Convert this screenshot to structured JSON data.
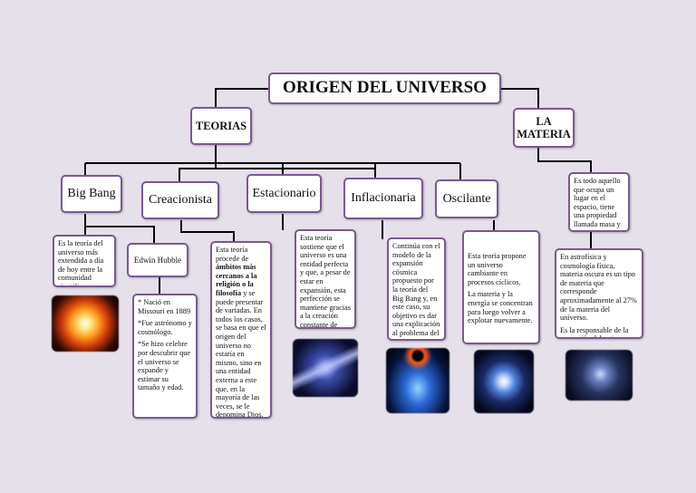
{
  "title": "ORIGEN DEL UNIVERSO",
  "teorias": {
    "label": "TEORIAS",
    "big_bang": {
      "label": "Big Bang",
      "desc": "Es la teoría del universo más extendida a día de hoy entre la comunidad científica.",
      "person": "Edwin Hubble",
      "bio": [
        "* Nació en Missouri en 1889",
        "*Fue astrónomo y cosmólogo.",
        "*Se hizo celebre por descubrir que el universo se expande y estimar su tamaño y edad."
      ]
    },
    "creacionista": {
      "label": "Creacionista",
      "desc_a": "Esta teoría procede de ",
      "desc_b": "ámbitos más cercanos a la religión o la filosofía",
      "desc_c": " y se puede presentar de variadas. En todos los casos, se basa en que el origen del universo no estaría en mismo, sino en una entidad externa a este que, en la mayoría de las veces, se le denomina Dios."
    },
    "estacionario": {
      "label": "Estacionario",
      "desc": "Esta teoría sostiene que el universo es una entidad perfecta y que, a pesar de estar en expansión, esta perfección se mantiene gracias a la creación constante de materia."
    },
    "inflacionaria": {
      "label": "Inflacionaria",
      "desc": "Continúa con el modelo de la expansión cósmica propuesto por la teoría del Big Bang y, en este caso, su objetivo es dar una explicación al problema del horizonte."
    },
    "oscilante": {
      "label": "Oscilante",
      "desc": [
        "Esta teoría propone un universo cambiante en procesos cíclicos.",
        "La materia y la energía se concentran para luego volver a explotar nuevamente."
      ]
    }
  },
  "materia": {
    "label": "LA MATERIA",
    "desc1": "Es todo aquello que ocupa un lugar en el espacio, tiene una propiedad llamada masa y posee inercia.",
    "desc2": [
      "En astrofísica y cosmología física, materia oscura es un tipo de materia que corresponde aproximadamente al 27% de la materia del universo.",
      "Es la responsable de la expansión del universo"
    ]
  },
  "colors": {
    "border": "#7b5a8e",
    "background": "#e6e0ea",
    "line": "#000000"
  }
}
